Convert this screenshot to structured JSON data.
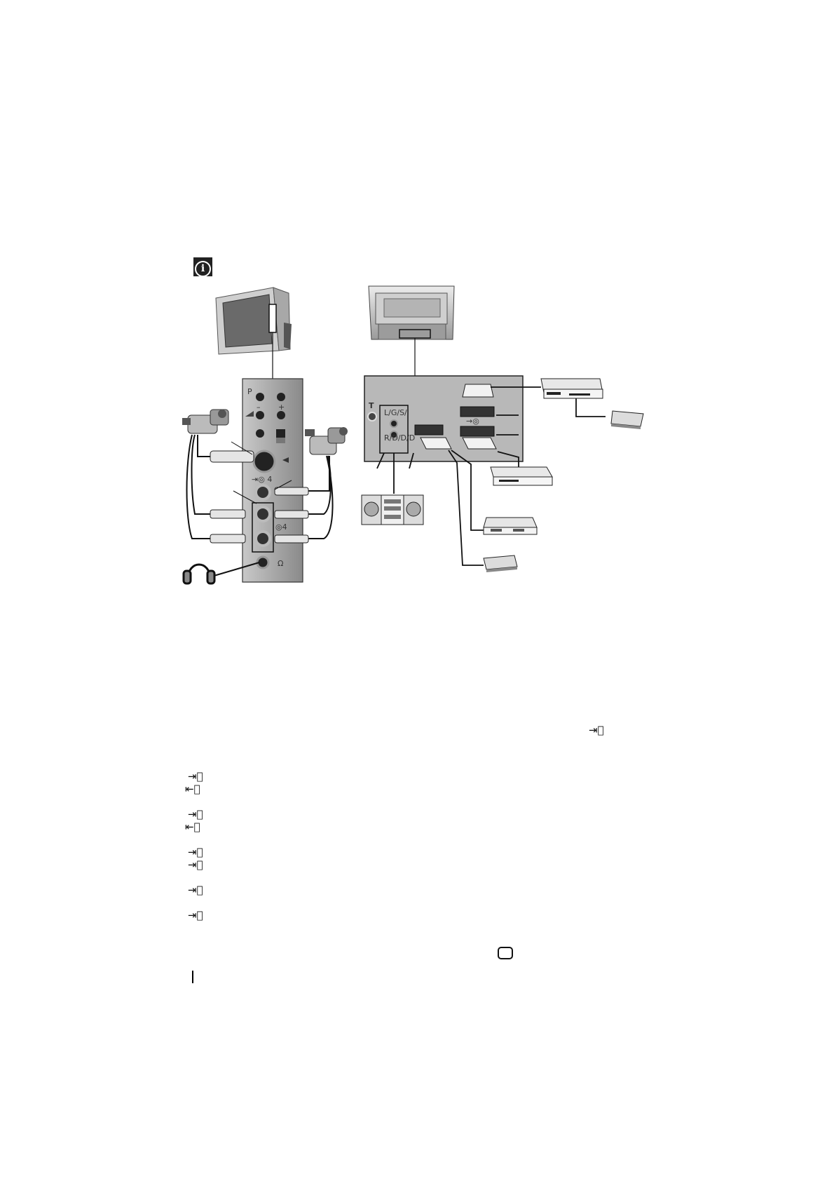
{
  "page": {
    "background": "#ffffff"
  },
  "icons": {
    "info": "info-icon",
    "input": "input-icon",
    "av_output": "av-output-icon",
    "tv_mode": "tv-mode-icon"
  },
  "front_panel": {
    "label_p": "P",
    "label_minus": "–",
    "label_plus": "+",
    "label_input_4": "4"
  },
  "rear_panel": {
    "label_lgsa": "L/G/S/I",
    "label_rdsd": "R/D/D/D"
  },
  "colors": {
    "panel_grey": "#bdbdbd",
    "device_grey": "#d9d9d9",
    "dark": "#222222"
  }
}
